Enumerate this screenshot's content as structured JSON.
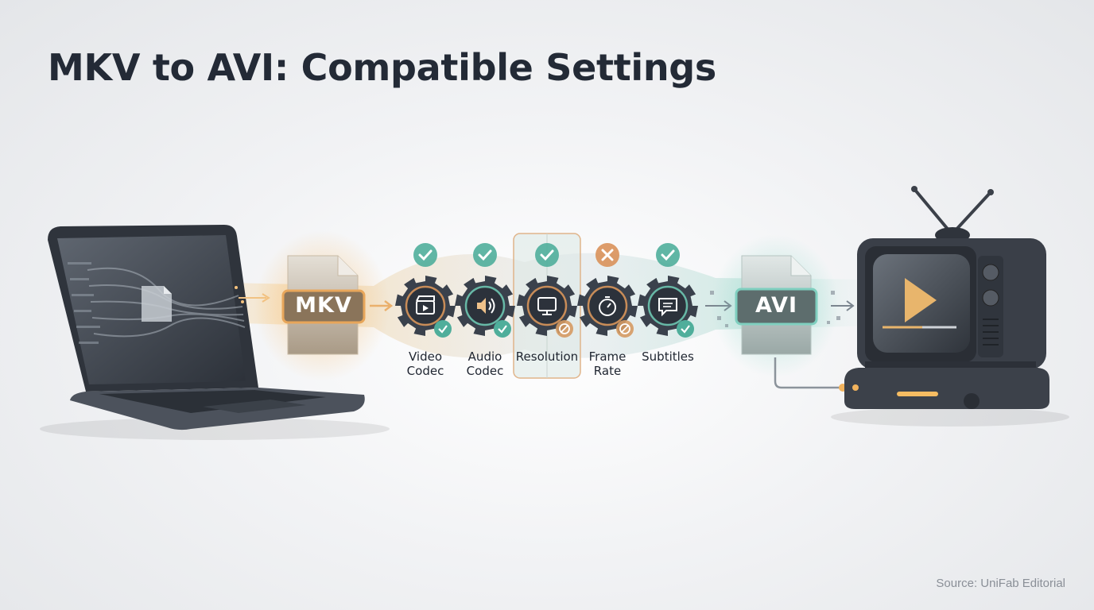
{
  "title": "MKV to AVI: Compatible Settings",
  "source": "Source: UniFab Editorial",
  "source_file": {
    "label": "MKV",
    "accent": "#e9a24c"
  },
  "target_file": {
    "label": "AVI",
    "accent": "#6fc6b4"
  },
  "settings": [
    {
      "line1": "Video",
      "line2": "Codec",
      "icon": "clapperboard-icon",
      "status": "ok"
    },
    {
      "line1": "Audio",
      "line2": "Codec",
      "icon": "speaker-icon",
      "status": "ok"
    },
    {
      "line1": "Resolution",
      "line2": "",
      "icon": "monitor-icon",
      "status": "ok",
      "highlight": true
    },
    {
      "line1": "Frame",
      "line2": "Rate",
      "icon": "stopwatch-icon",
      "status": "fail"
    },
    {
      "line1": "Subtitles",
      "line2": "",
      "icon": "speech-bubble-icon",
      "status": "ok"
    }
  ],
  "colors": {
    "ok": "#4fae9b",
    "fail": "#d9915a",
    "gear": "#3a414c",
    "device": "#3b4049"
  }
}
